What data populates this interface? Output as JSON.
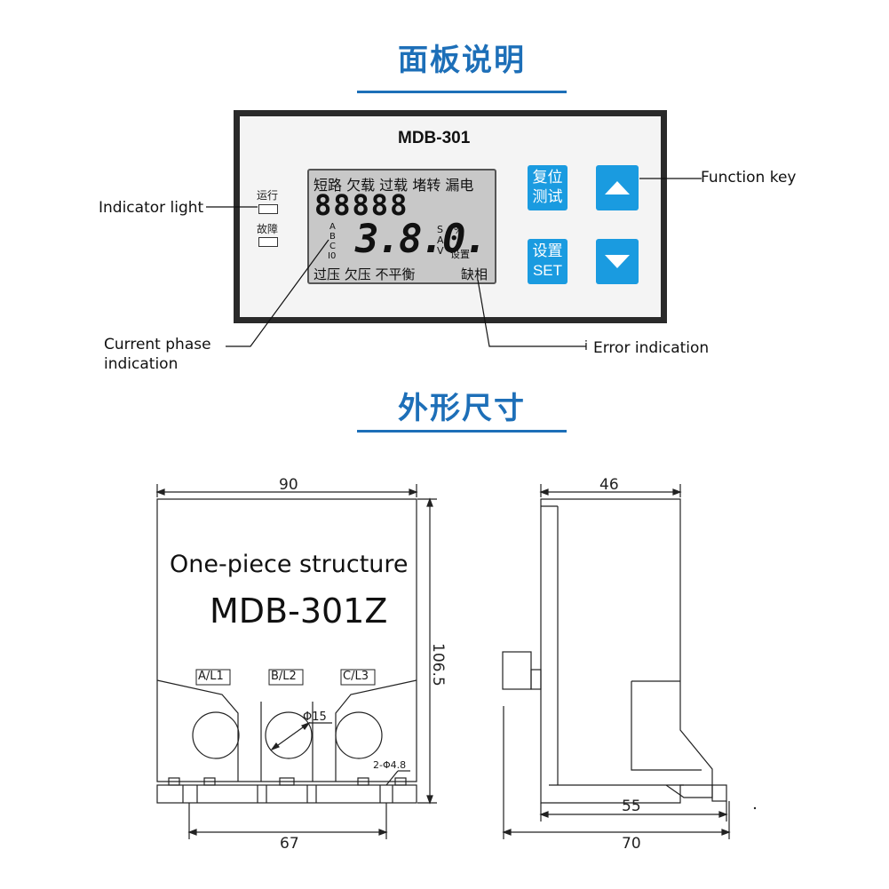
{
  "headings": {
    "panel": "面板说明",
    "dimensions": "外形尺寸"
  },
  "panel": {
    "model": "MDB-301",
    "indicators": {
      "run": "运行",
      "fault": "故障"
    },
    "lcd": {
      "top_row": "短路 欠载 过载 堵转 漏电",
      "digits_top": "88888",
      "phases": [
        "A",
        "B",
        "C",
        "I0"
      ],
      "digits_main": "3.8.0.",
      "units": [
        "S",
        "A",
        "V"
      ],
      "percent": "%",
      "setting": "设置",
      "bottom_row": "过压 欠压 不平衡",
      "phase_loss": "缺相"
    },
    "keys": {
      "reset_line1": "复位",
      "reset_line2": "测试",
      "set_line1": "设置",
      "set_line2": "SET"
    }
  },
  "callouts": {
    "function_key": "Function key",
    "indicator_light": "Indicator light",
    "current_phase_line1": "Current phase",
    "current_phase_line2": "indication",
    "error_prefix": "i",
    "error_indication": "Error indication"
  },
  "front_view": {
    "structure": "One-piece structure",
    "model": "MDB-301Z",
    "width": "90",
    "height": "106.5",
    "phase_labels": [
      "A/L1",
      "B/L2",
      "C/L3"
    ],
    "hole_diameter": "Φ15",
    "mount_holes": "2-Φ4.8",
    "mount_spacing": "67"
  },
  "side_view": {
    "top_depth": "46",
    "base_depth_inner": "55",
    "base_depth_outer": "70"
  },
  "colors": {
    "accent": "#1d6fb8",
    "key": "#1a9be0",
    "lcd": "#c8c8c8"
  }
}
